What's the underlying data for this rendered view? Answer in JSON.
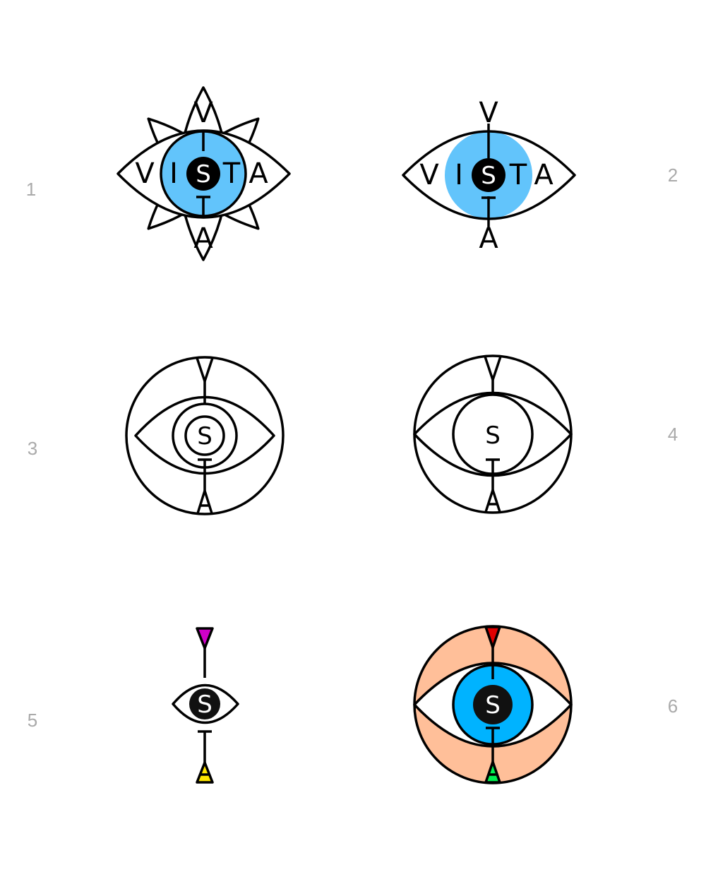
{
  "labels": [
    "1",
    "2",
    "3",
    "4",
    "5",
    "6"
  ],
  "letters": {
    "v": "V",
    "i": "I",
    "s": "S",
    "t": "T",
    "a": "A"
  },
  "colors": {
    "iris_light": "#62c4fb",
    "iris_bright": "#00b3ff",
    "sclera_outer": "#ffbf99",
    "v_magenta": "#d000c8",
    "a_yellow": "#ffe600",
    "v_red": "#e00000",
    "a_green": "#00f050",
    "label_gray": "#aaaaaa"
  }
}
